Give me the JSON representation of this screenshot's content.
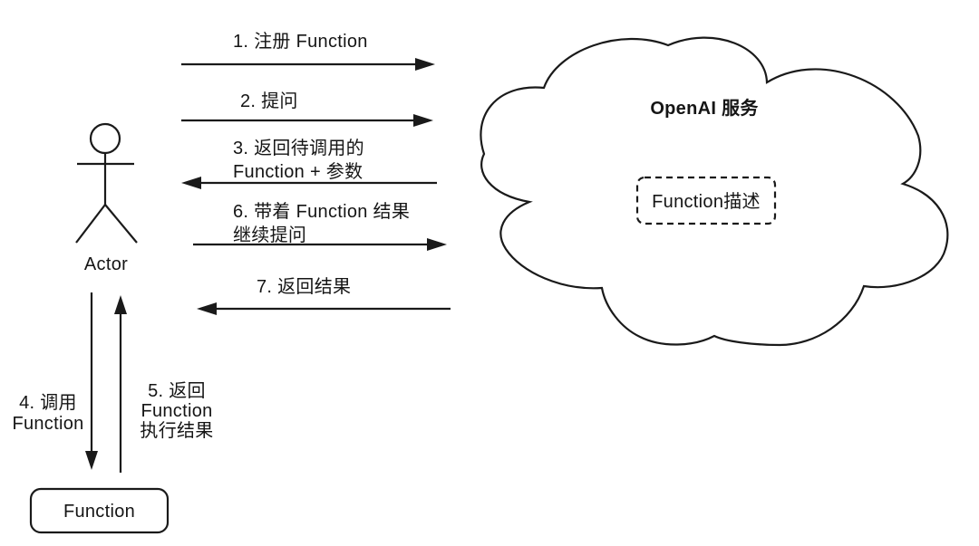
{
  "colors": {
    "background": "#ffffff",
    "line": "#1a1a1a",
    "text": "#151515"
  },
  "actor": {
    "label": "Actor"
  },
  "cloud": {
    "title": "OpenAI 服务",
    "function_desc_label": "Function描述"
  },
  "function_box": {
    "label": "Function"
  },
  "arrows": {
    "a1": {
      "label": "1. 注册 Function",
      "direction": "right"
    },
    "a2": {
      "label": "2. 提问",
      "direction": "right"
    },
    "a3": {
      "label": "3. 返回待调用的\nFunction + 参数",
      "direction": "left"
    },
    "a6": {
      "label": "6. 带着 Function 结果\n继续提问",
      "direction": "right"
    },
    "a7": {
      "label": "7. 返回结果",
      "direction": "left"
    },
    "a4": {
      "label": "4. 调用\nFunction",
      "direction": "down"
    },
    "a5": {
      "label": "5. 返回\nFunction\n执行结果",
      "direction": "up"
    }
  }
}
